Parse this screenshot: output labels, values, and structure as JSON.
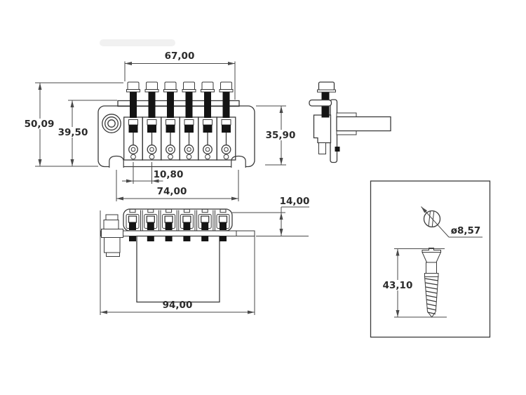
{
  "colors": {
    "background": "#ffffff",
    "line": "#3a3a3a",
    "dim_line": "#4a4a4a",
    "text": "#2b2b2b",
    "thread_fill": "#141414"
  },
  "views": {
    "front": {
      "dims": {
        "screw_span": "67,00",
        "overall_height": "50,09",
        "plate_height": "39,50",
        "string_pitch": "10,80",
        "mount_hole_span": "74,00"
      }
    },
    "side": {
      "dims": {
        "overall_height": "35,90"
      }
    },
    "bottom": {
      "dims": {
        "plate_offset": "14,00",
        "overall_length": "94,00"
      }
    },
    "screw_detail": {
      "dims": {
        "head_diameter": "ø8,57",
        "screw_length": "43,10"
      }
    }
  }
}
